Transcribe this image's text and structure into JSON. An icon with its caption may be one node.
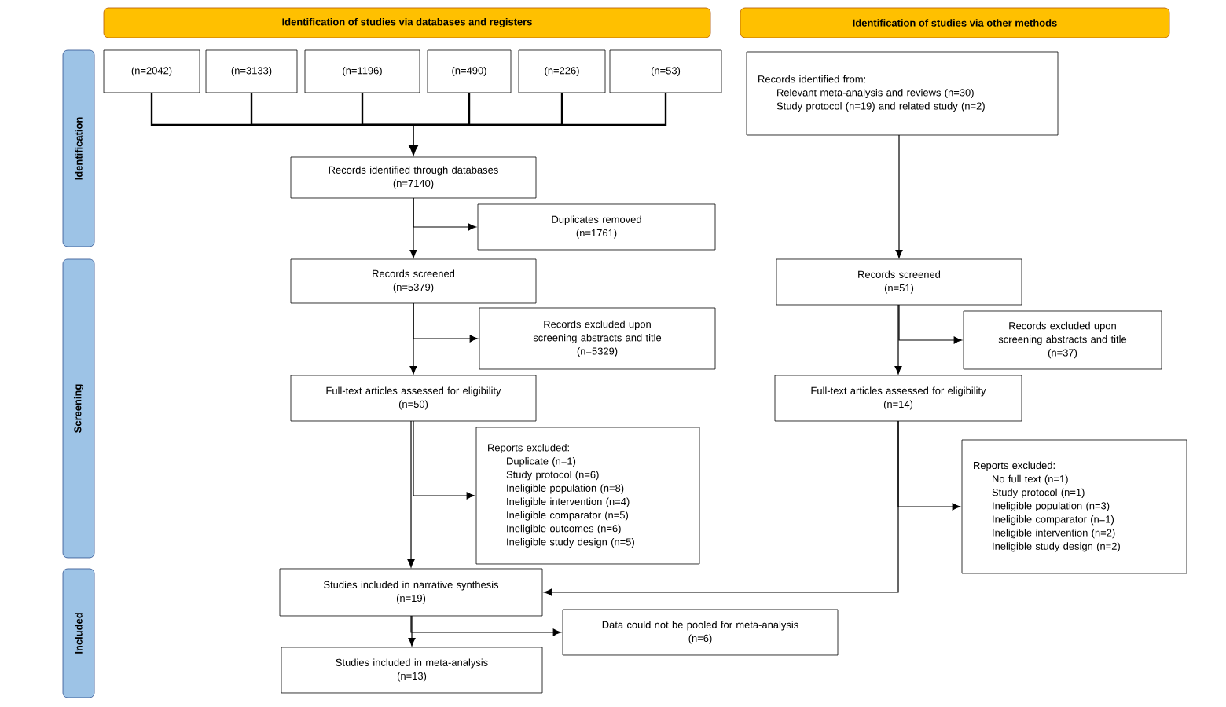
{
  "diagram": {
    "nodes": [
      {
        "text": [
          "Identification of studies via databases and registers"
        ]
      },
      {
        "text": [
          "Identification of studies via other methods"
        ]
      },
      {
        "text": [
          "Identification"
        ]
      },
      {
        "text": [
          "Screening"
        ]
      },
      {
        "text": [
          "Included"
        ]
      },
      {
        "text": [
          "(n=2042)"
        ]
      },
      {
        "text": [
          "(n=3133)"
        ]
      },
      {
        "text": [
          "(n=1196)"
        ]
      },
      {
        "text": [
          "(n=490)"
        ]
      },
      {
        "text": [
          "(n=226)"
        ]
      },
      {
        "text": [
          "(n=53)"
        ]
      },
      {
        "text": [
          "Records identified through databases",
          "(n=7140)"
        ]
      },
      {
        "text": [
          "Duplicates removed",
          "(n=1761)"
        ]
      },
      {
        "text": [
          "Records screened",
          "(n=5379)"
        ]
      },
      {
        "text": [
          "Records excluded upon screening abstracts and title",
          "(n=5329)"
        ]
      },
      {
        "text": [
          "Full-text articles assessed for eligibility",
          "(n=50)"
        ]
      },
      {
        "text": [
          "Reports excluded:",
          "Duplicate (n=1)",
          "Study protocol (n=6)",
          "Ineligible population (n=8)",
          "Ineligible intervention (n=4)",
          "Ineligible comparator (n=5)",
          "Ineligible outcomes (n=6)",
          "Ineligible study design (n=5)"
        ]
      },
      {
        "text": [
          "Studies included in narrative synthesis",
          "(n=19)"
        ]
      },
      {
        "text": [
          "Data could not be pooled for meta-analysis",
          "(n=6)"
        ]
      },
      {
        "text": [
          "Studies included in meta-analysis",
          "(n=13)"
        ]
      },
      {
        "text": [
          "Records identified from:",
          "Relevant meta-analysis and reviews (n=30)",
          "Study protocol (n=19) and related study (n=2)"
        ]
      },
      {
        "text": [
          "Records screened",
          "(n=51)"
        ]
      },
      {
        "text": [
          "Records excluded upon screening abstracts and title",
          "(n=37)"
        ]
      },
      {
        "text": [
          "Full-text articles assessed for eligibility",
          "(n=14)"
        ]
      },
      {
        "text": [
          "Reports excluded:",
          "No full text (n=1)",
          "Study protocol (n=1)",
          "Ineligible population (n=3)",
          "Ineligible comparator (n=1)",
          "Ineligible intervention (n=2)",
          "Ineligible study design (n=2)"
        ]
      }
    ],
    "edges": [
      {
        "from": 5,
        "to": 11,
        "arrow": "to"
      },
      {
        "from": 6,
        "to": 11,
        "arrow": "to"
      },
      {
        "from": 7,
        "to": 11,
        "arrow": "to"
      },
      {
        "from": 8,
        "to": 11,
        "arrow": "to"
      },
      {
        "from": 9,
        "to": 11,
        "arrow": "to"
      },
      {
        "from": 10,
        "to": 11,
        "arrow": "to"
      },
      {
        "from": 11,
        "to": 12,
        "arrow": "to"
      },
      {
        "from": 11,
        "to": 13,
        "arrow": "to"
      },
      {
        "from": 13,
        "to": 14,
        "arrow": "to"
      },
      {
        "from": 13,
        "to": 15,
        "arrow": "to"
      },
      {
        "from": 15,
        "to": 16,
        "arrow": "to"
      },
      {
        "from": 15,
        "to": 17,
        "arrow": "to"
      },
      {
        "from": 17,
        "to": 18,
        "arrow": "to"
      },
      {
        "from": 17,
        "to": 19,
        "arrow": "to"
      },
      {
        "from": 20,
        "to": 21,
        "arrow": "to"
      },
      {
        "from": 21,
        "to": 22,
        "arrow": "to"
      },
      {
        "from": 21,
        "to": 23,
        "arrow": "to"
      },
      {
        "from": 23,
        "to": 24,
        "arrow": "to"
      },
      {
        "from": 23,
        "to": 17,
        "arrow": "to"
      }
    ]
  }
}
